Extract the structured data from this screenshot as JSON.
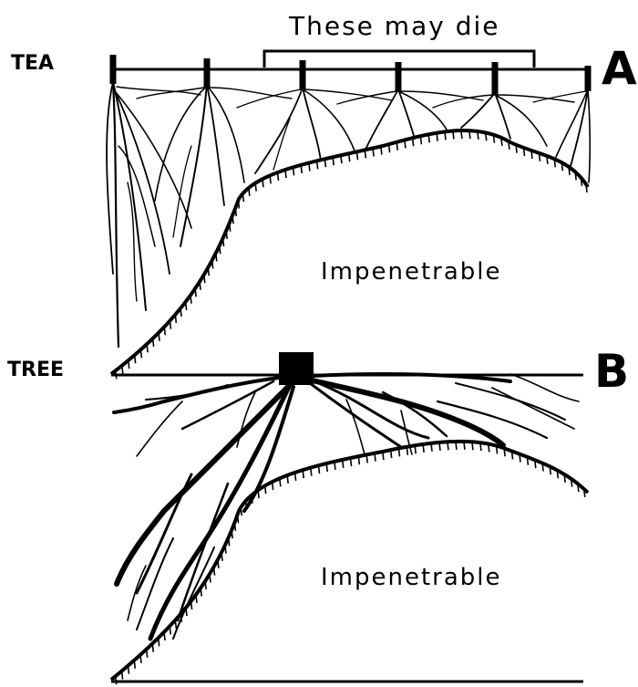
{
  "panel_a": {
    "crop_label": "TEA",
    "letter": "A",
    "annotation": "These may die",
    "zone_label": "Impenetrable"
  },
  "panel_b": {
    "crop_label": "TREE",
    "letter": "B",
    "zone_label": "Impenetrable"
  }
}
